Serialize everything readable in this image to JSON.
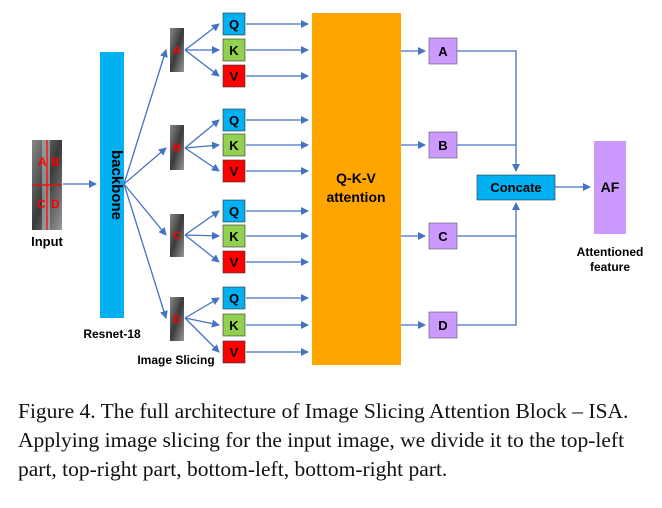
{
  "diagram": {
    "input_label": "Input",
    "input_letters": [
      "A",
      "B",
      "C",
      "D"
    ],
    "backbone_label": "backbone",
    "resnet_label": "Resnet-18",
    "slicing_label": "Image Slicing",
    "slices": [
      "A",
      "B",
      "C",
      "D"
    ],
    "qkv": [
      "Q",
      "K",
      "V"
    ],
    "attention_label_line1": "Q-K-V",
    "attention_label_line2": "attention",
    "outputs": [
      "A",
      "B",
      "C",
      "D"
    ],
    "concat_label": "Concate",
    "af_label": "AF",
    "af_caption_line1": "Attentioned",
    "af_caption_line2": "feature",
    "colors": {
      "backbone": "#00b0f0",
      "q": "#00b0f0",
      "k": "#92d050",
      "v": "#ff0000",
      "attention": "#ffa500",
      "output": "#cc99ff",
      "arrow": "#4472c4",
      "slice_letter": "#ff0000"
    }
  },
  "caption": "Figure 4. The full architecture of Image Slicing Attention Block – ISA. Applying image slicing for the input image, we divide it to the top-left part, top-right part, bottom-left, bottom-right part."
}
